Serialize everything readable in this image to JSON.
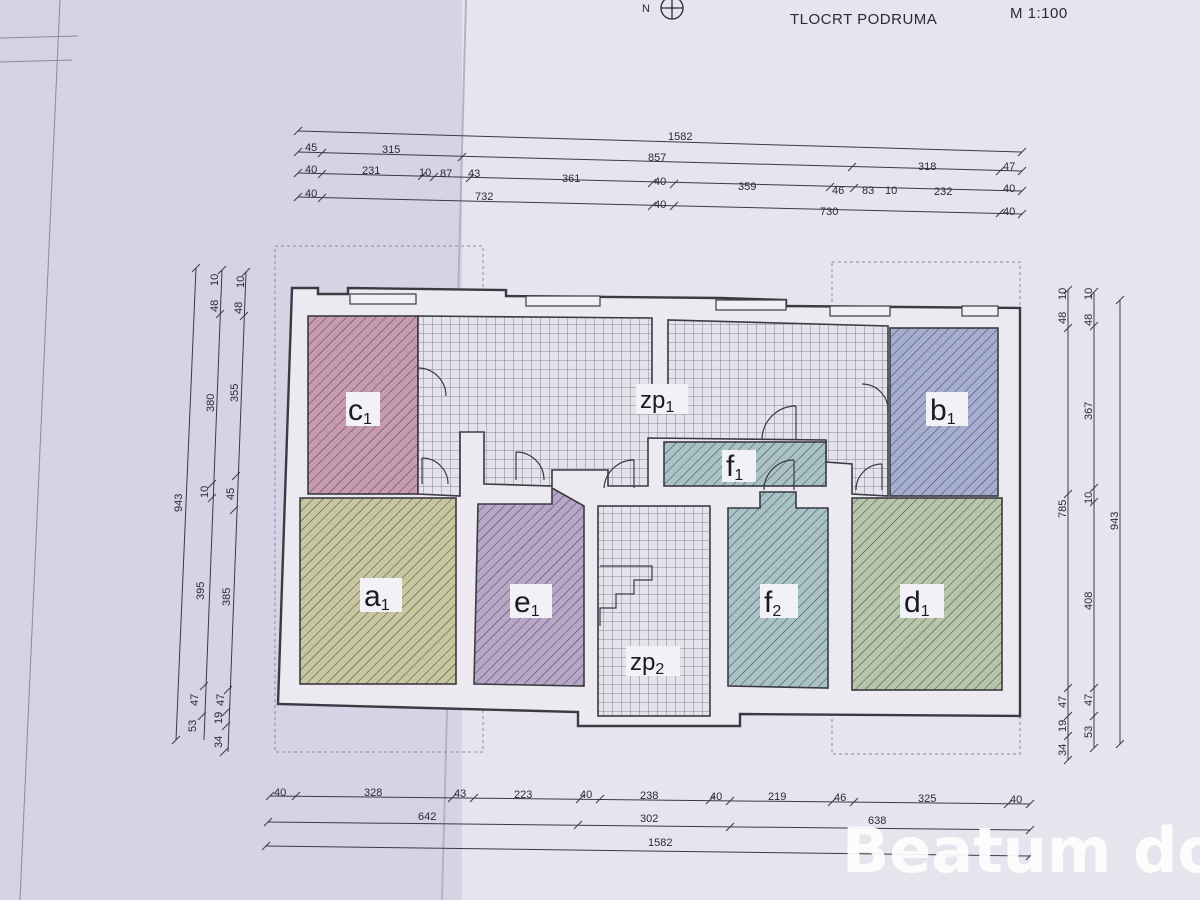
{
  "header": {
    "title": "TLOCRT PODRUMA",
    "scale": "M 1:100",
    "north": "N"
  },
  "watermark": "Beatum doo",
  "rooms": {
    "c1": {
      "main": "c",
      "sub": "1"
    },
    "zp1": {
      "main": "zp",
      "sub": "1"
    },
    "b1": {
      "main": "b",
      "sub": "1"
    },
    "f1": {
      "main": "f",
      "sub": "1"
    },
    "a1": {
      "main": "a",
      "sub": "1"
    },
    "e1": {
      "main": "e",
      "sub": "1"
    },
    "zp2": {
      "main": "zp",
      "sub": "2"
    },
    "f2": {
      "main": "f",
      "sub": "2"
    },
    "d1": {
      "main": "d",
      "sub": "1"
    }
  },
  "colors": {
    "paper_left": "#d5d4e4",
    "paper_right": "#e6e5ee",
    "wall": "#3a3a44",
    "c1": "#c79aae",
    "b1": "#a6aed0",
    "a1": "#c8c69c",
    "e1": "#b8a6c6",
    "f1": "#a8c2c6",
    "f2": "#a8c2c6",
    "d1": "#b6c6a6",
    "grid": "#6a6a78"
  },
  "dims": {
    "top1": [
      "1582"
    ],
    "top2": [
      "45",
      "315",
      "857",
      "318",
      "47"
    ],
    "top3": [
      "40",
      "231",
      "10",
      "87",
      "43",
      "361",
      "40",
      "359",
      "46",
      "83",
      "10",
      "232",
      "40"
    ],
    "top4": [
      "40",
      "732",
      "40",
      "730",
      "40"
    ],
    "bot1": [
      "40",
      "328",
      "43",
      "223",
      "40",
      "238",
      "40",
      "219",
      "46",
      "325",
      "40"
    ],
    "bot2": [
      "642",
      "302",
      "638"
    ],
    "bot3": [
      "1582"
    ],
    "left_outer": [
      "943"
    ],
    "left_a": [
      "10",
      "48",
      "380",
      "10",
      "395",
      "47",
      "53"
    ],
    "left_b": [
      "10",
      "48",
      "355",
      "45",
      "385",
      "47",
      "19",
      "34"
    ],
    "right_a": [
      "10",
      "48",
      "367",
      "10",
      "408",
      "47",
      "53"
    ],
    "right_b": [
      "10",
      "48",
      "785",
      "47",
      "19",
      "34"
    ],
    "right_outer": [
      "943"
    ]
  }
}
